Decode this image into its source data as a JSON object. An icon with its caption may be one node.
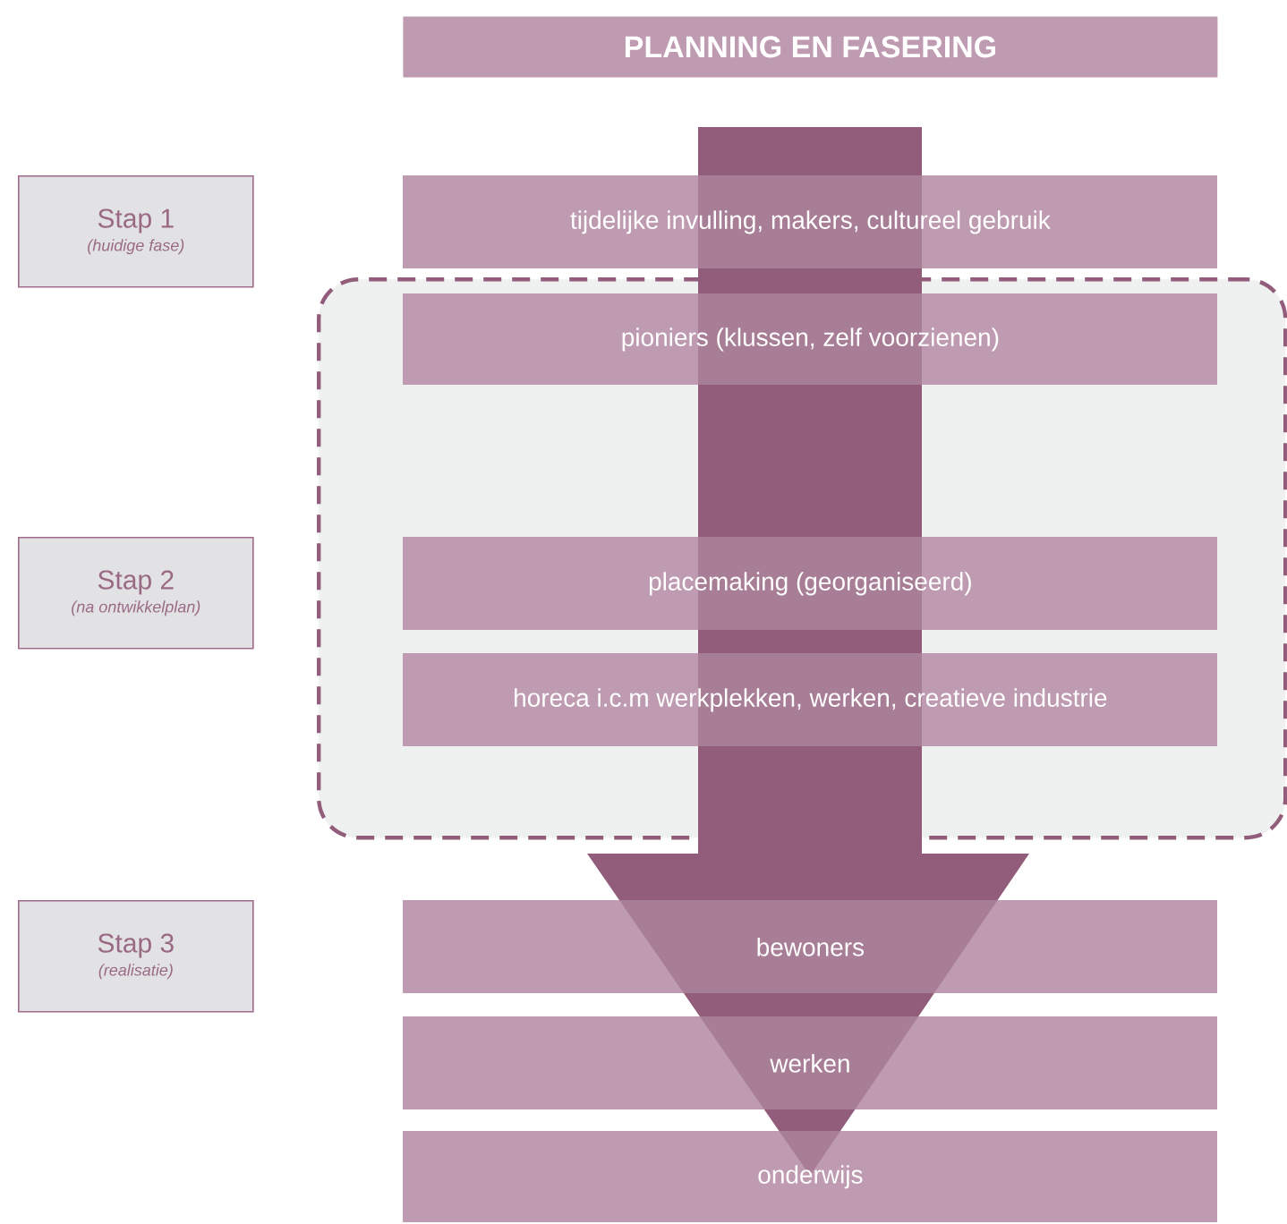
{
  "diagram": {
    "title": "PLANNING EN FASERING",
    "nodes": [
      {
        "text": [
          "Stap 1",
          "(huidige fase)"
        ]
      },
      {
        "text": [
          "tijdelijke invulling, makers, cultureel gebruik"
        ]
      },
      {
        "text": [],
        "shape": "box"
      },
      {
        "text": [
          "pioniers (klussen, zelf voorzienen)"
        ],
        "in": 2
      },
      {
        "text": [
          "Stap 2",
          "(na ontwikkelplan)"
        ]
      },
      {
        "text": [
          "placemaking (georganiseerd)"
        ],
        "in": 2
      },
      {
        "text": [
          "horeca i.c.m werkplekken, werken, creatieve industrie"
        ],
        "in": 2
      },
      {
        "text": [
          "Stap 3",
          "(realisatie)"
        ]
      },
      {
        "text": [
          "bewoners"
        ]
      },
      {
        "text": [
          "werken"
        ]
      },
      {
        "text": [
          "onderwijs"
        ]
      }
    ],
    "edges": [
      {
        "from": 1,
        "to": 10,
        "arrow": "to"
      }
    ]
  }
}
